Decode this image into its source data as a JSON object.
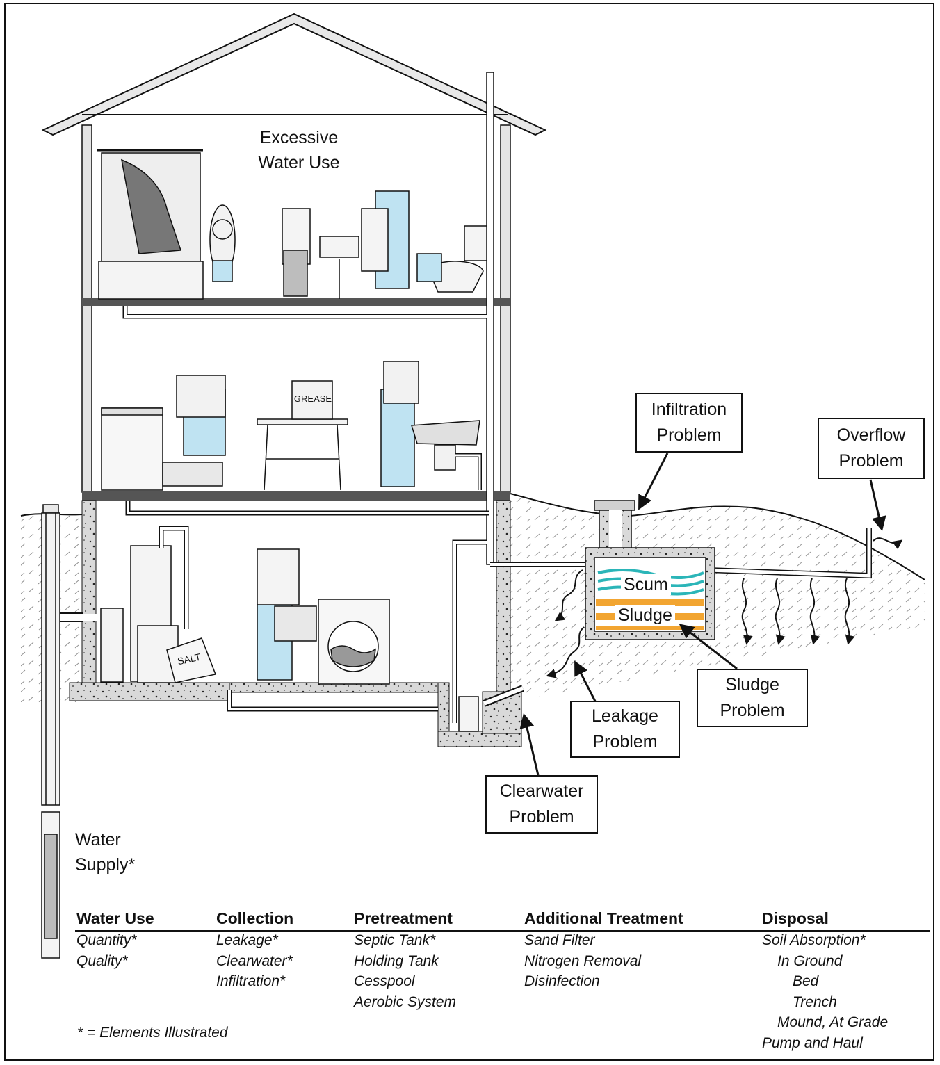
{
  "labels": {
    "excessive": [
      "Excessive",
      "Water Use"
    ],
    "water_supply": [
      "Water",
      "Supply*"
    ],
    "grease": "GREASE",
    "salt": "SALT",
    "scum": "Scum",
    "sludge": "Sludge"
  },
  "callouts": {
    "infiltration": [
      "Infiltration",
      "Problem"
    ],
    "overflow": [
      "Overflow",
      "Problem"
    ],
    "sludge": [
      "Sludge",
      "Problem"
    ],
    "leakage": [
      "Leakage",
      "Problem"
    ],
    "clearwater": [
      "Clearwater",
      "Problem"
    ]
  },
  "table": {
    "columns": [
      {
        "header": "Water Use",
        "items": [
          "Quantity*",
          "Quality*"
        ]
      },
      {
        "header": "Collection",
        "items": [
          "Leakage*",
          "Clearwater*",
          "Infiltration*"
        ]
      },
      {
        "header": "Pretreatment",
        "items": [
          "Septic Tank*",
          "Holding Tank",
          "Cesspool",
          "Aerobic System"
        ]
      },
      {
        "header": "Additional Treatment",
        "items": [
          "Sand Filter",
          "Nitrogen Removal",
          "Disinfection"
        ]
      },
      {
        "header": "Disposal",
        "items": [
          "Soil Absorption*",
          "In Ground",
          "Bed",
          "Trench",
          "Mound, At Grade",
          "Pump and Haul"
        ]
      }
    ],
    "footnote": "* = Elements Illustrated"
  },
  "colors": {
    "scum": "#2bb5b8",
    "sludge": "#f2a531",
    "figure_pants": "#bfe3f2",
    "wall_gray": "#d4d4d4",
    "floor_dark": "#555555"
  }
}
